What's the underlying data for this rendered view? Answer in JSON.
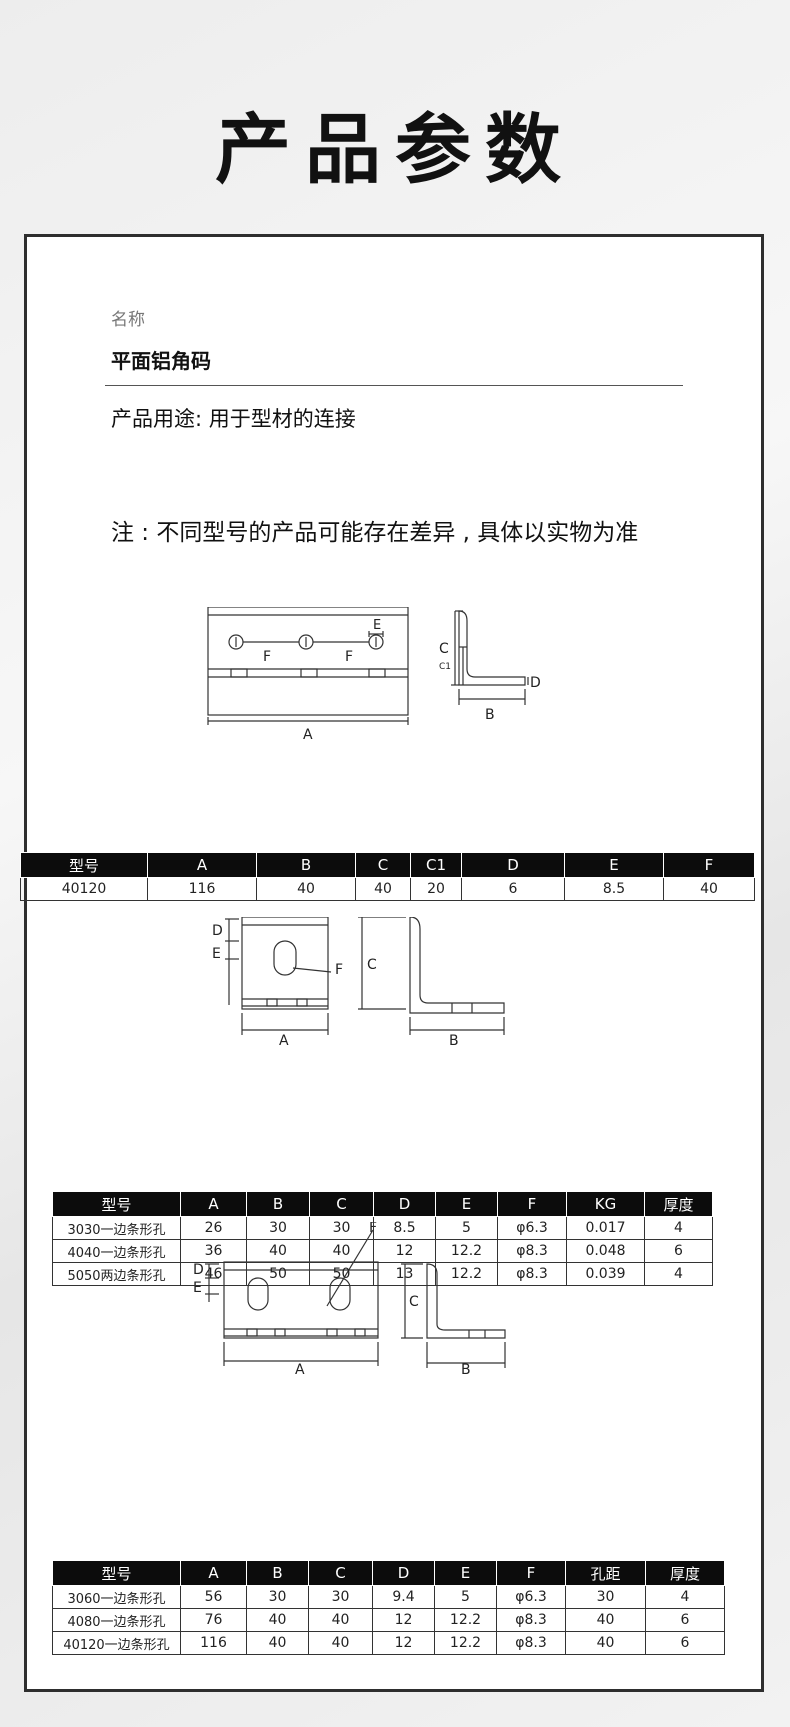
{
  "page": {
    "title": "产品参数"
  },
  "info": {
    "name_label": "名称",
    "name_value": "平面铝角码",
    "usage": "产品用途: 用于型材的连接",
    "note": "注 : 不同型号的产品可能存在差异 , 具体以实物为准"
  },
  "diagram1": {
    "labels": {
      "a": "A",
      "b": "B",
      "c": "C",
      "c1": "C1",
      "d": "D",
      "e": "E",
      "f1": "F",
      "f2": "F"
    }
  },
  "table1": {
    "headers": [
      "型号",
      "A",
      "B",
      "C",
      "C1",
      "D",
      "E",
      "F"
    ],
    "rows": [
      [
        "40120",
        "116",
        "40",
        "40",
        "20",
        "6",
        "8.5",
        "40"
      ]
    ]
  },
  "diagram2": {
    "labels": {
      "a": "A",
      "b": "B",
      "c": "C",
      "d": "D",
      "e": "E",
      "f": "F"
    }
  },
  "table2": {
    "headers": [
      "型号",
      "A",
      "B",
      "C",
      "D",
      "E",
      "F",
      "KG",
      "厚度"
    ],
    "rows": [
      [
        "3030一边条形孔",
        "26",
        "30",
        "30",
        "8.5",
        "5",
        "φ6.3",
        "0.017",
        "4"
      ],
      [
        "4040一边条形孔",
        "36",
        "40",
        "40",
        "12",
        "12.2",
        "φ8.3",
        "0.048",
        "6"
      ],
      [
        "5050两边条形孔",
        "46",
        "50",
        "50",
        "13",
        "12.2",
        "φ8.3",
        "0.039",
        "4"
      ]
    ]
  },
  "diagram3": {
    "labels": {
      "a": "A",
      "b": "B",
      "c": "C",
      "d": "D",
      "e": "E",
      "f": "F"
    }
  },
  "table3": {
    "headers": [
      "型号",
      "A",
      "B",
      "C",
      "D",
      "E",
      "F",
      "孔距",
      "厚度"
    ],
    "rows": [
      [
        "3060一边条形孔",
        "56",
        "30",
        "30",
        "9.4",
        "5",
        "φ6.3",
        "30",
        "4"
      ],
      [
        "4080一边条形孔",
        "76",
        "40",
        "40",
        "12",
        "12.2",
        "φ8.3",
        "40",
        "6"
      ],
      [
        "40120一边条形孔",
        "116",
        "40",
        "40",
        "12",
        "12.2",
        "φ8.3",
        "40",
        "6"
      ]
    ]
  }
}
